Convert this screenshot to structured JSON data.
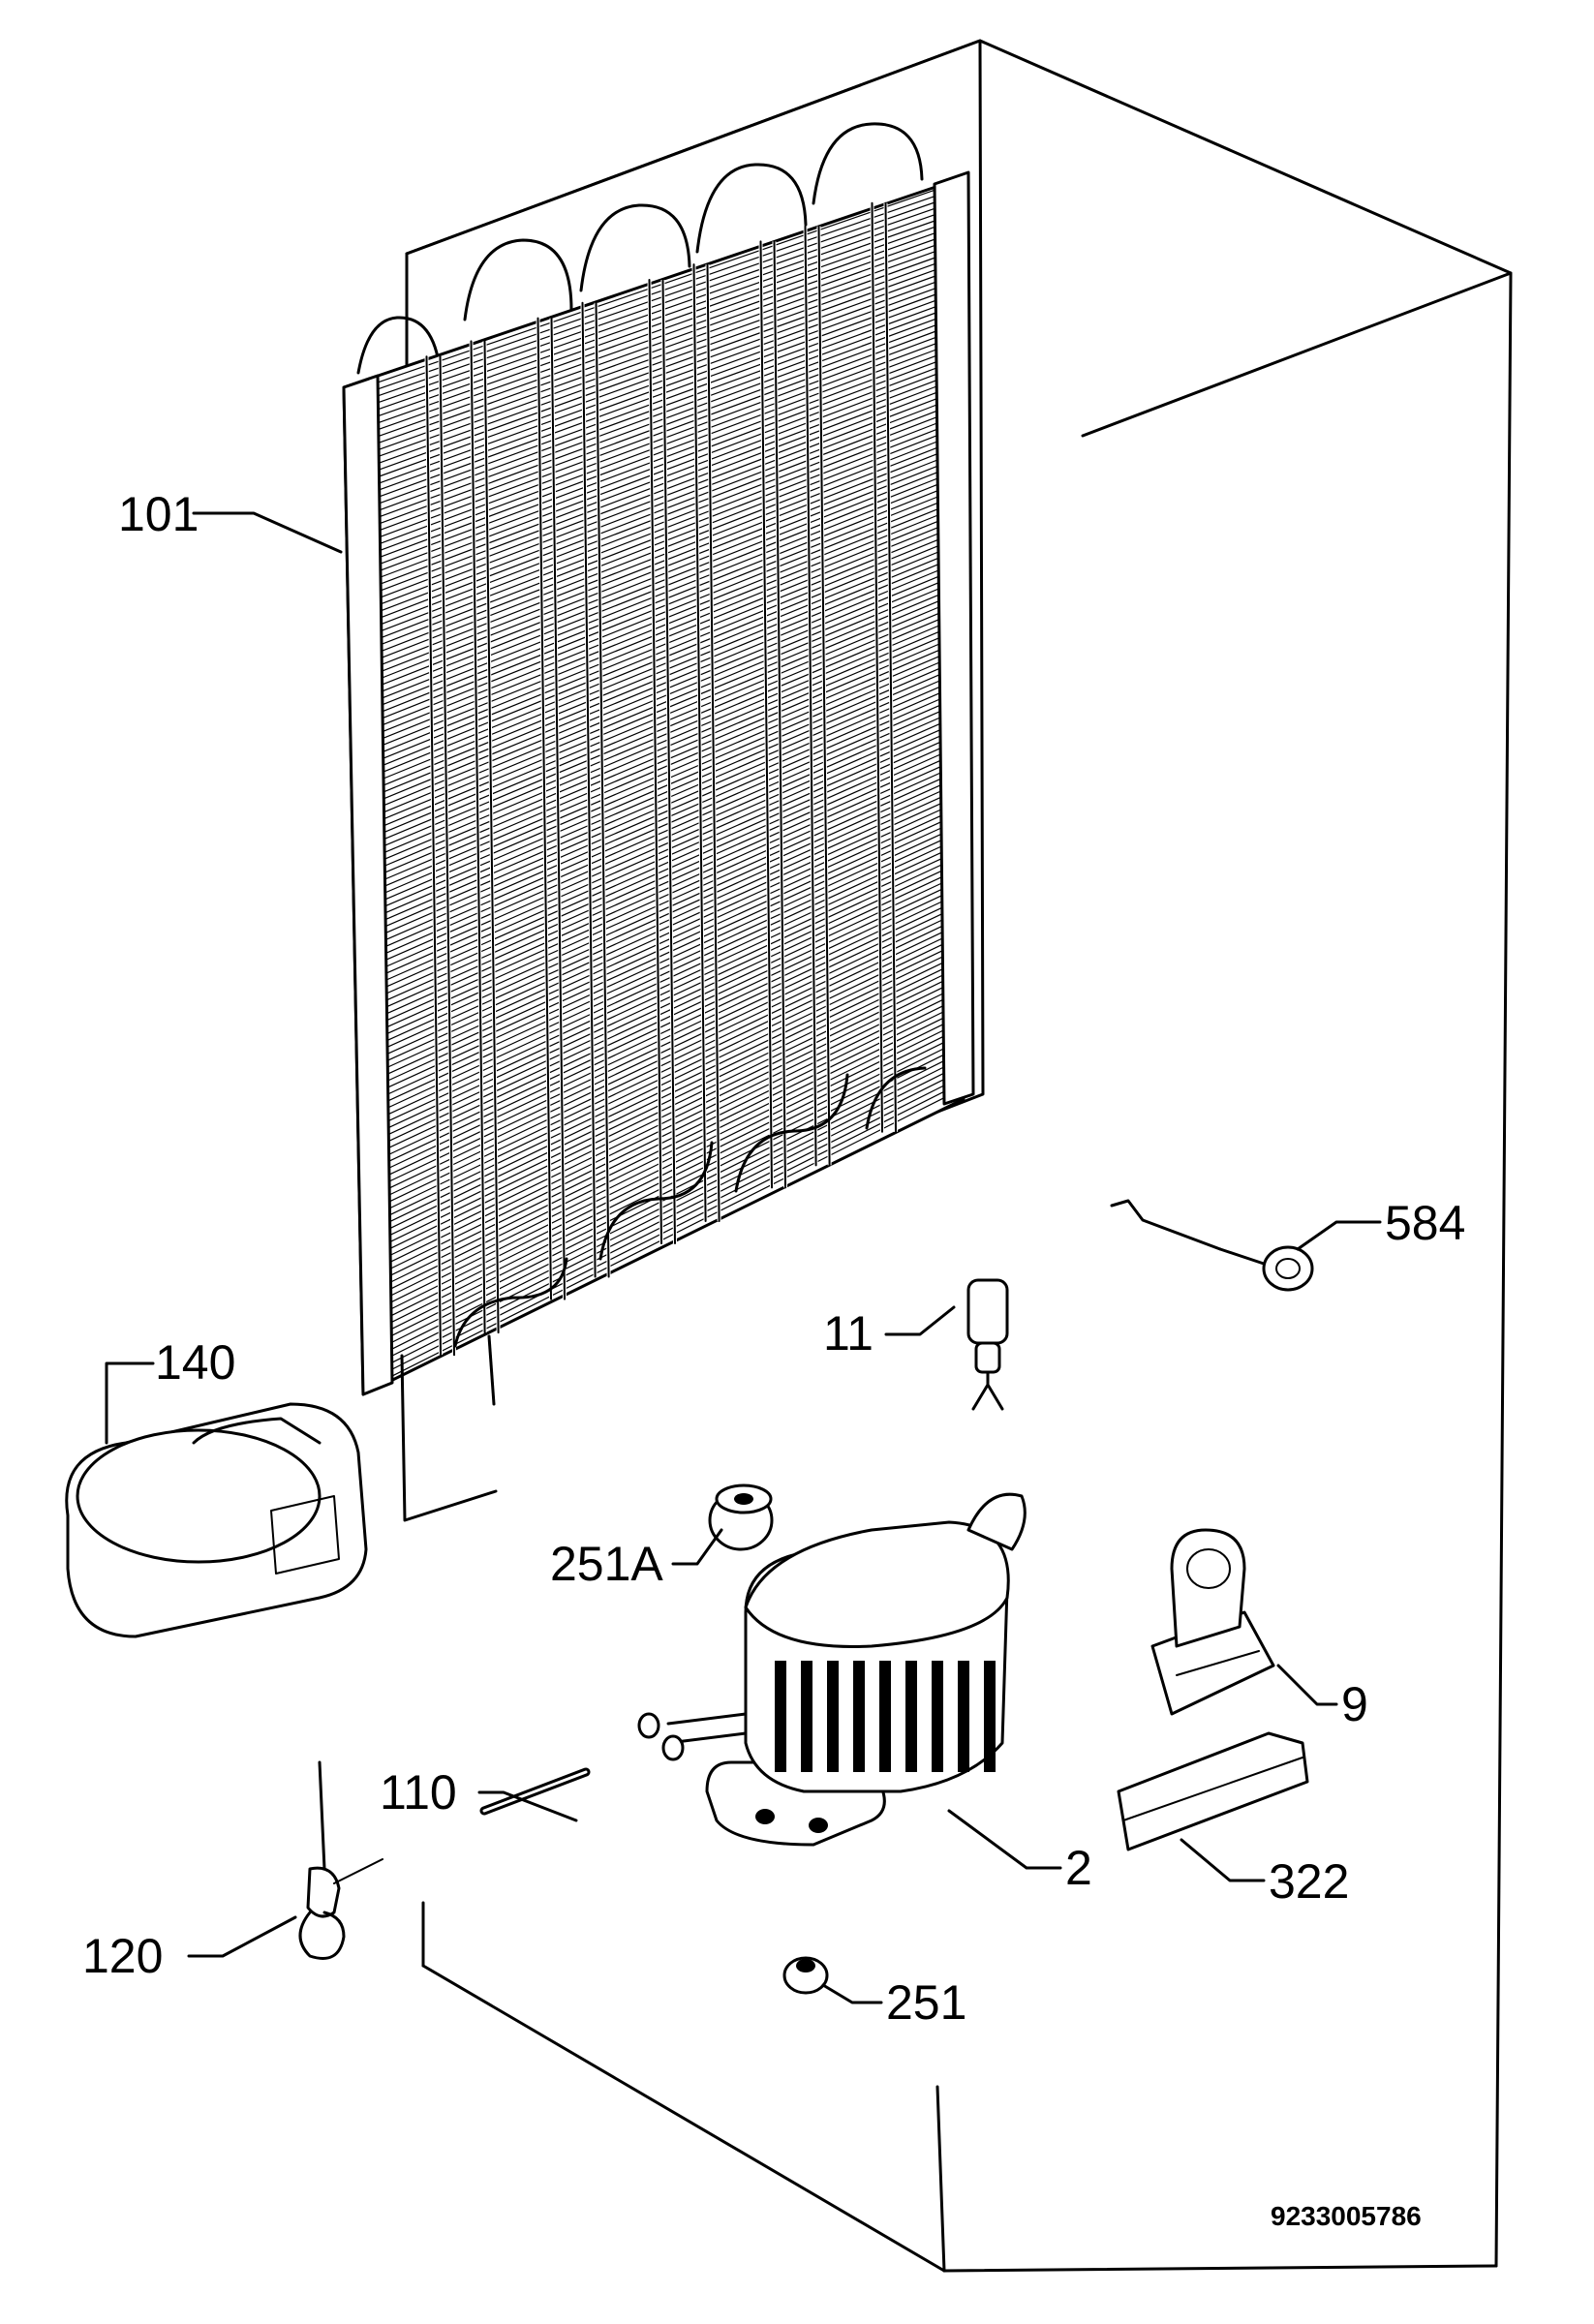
{
  "diagram": {
    "document_number": "9233005786",
    "callouts": [
      {
        "id": "101",
        "label": "101"
      },
      {
        "id": "140",
        "label": "140"
      },
      {
        "id": "11",
        "label": "11"
      },
      {
        "id": "584",
        "label": "584"
      },
      {
        "id": "251A",
        "label": "251A"
      },
      {
        "id": "9",
        "label": "9"
      },
      {
        "id": "110",
        "label": "110"
      },
      {
        "id": "2",
        "label": "2"
      },
      {
        "id": "322",
        "label": "322"
      },
      {
        "id": "120",
        "label": "120"
      },
      {
        "id": "251",
        "label": "251"
      }
    ]
  },
  "colors": {
    "ink": "#000000",
    "paper": "#ffffff"
  }
}
